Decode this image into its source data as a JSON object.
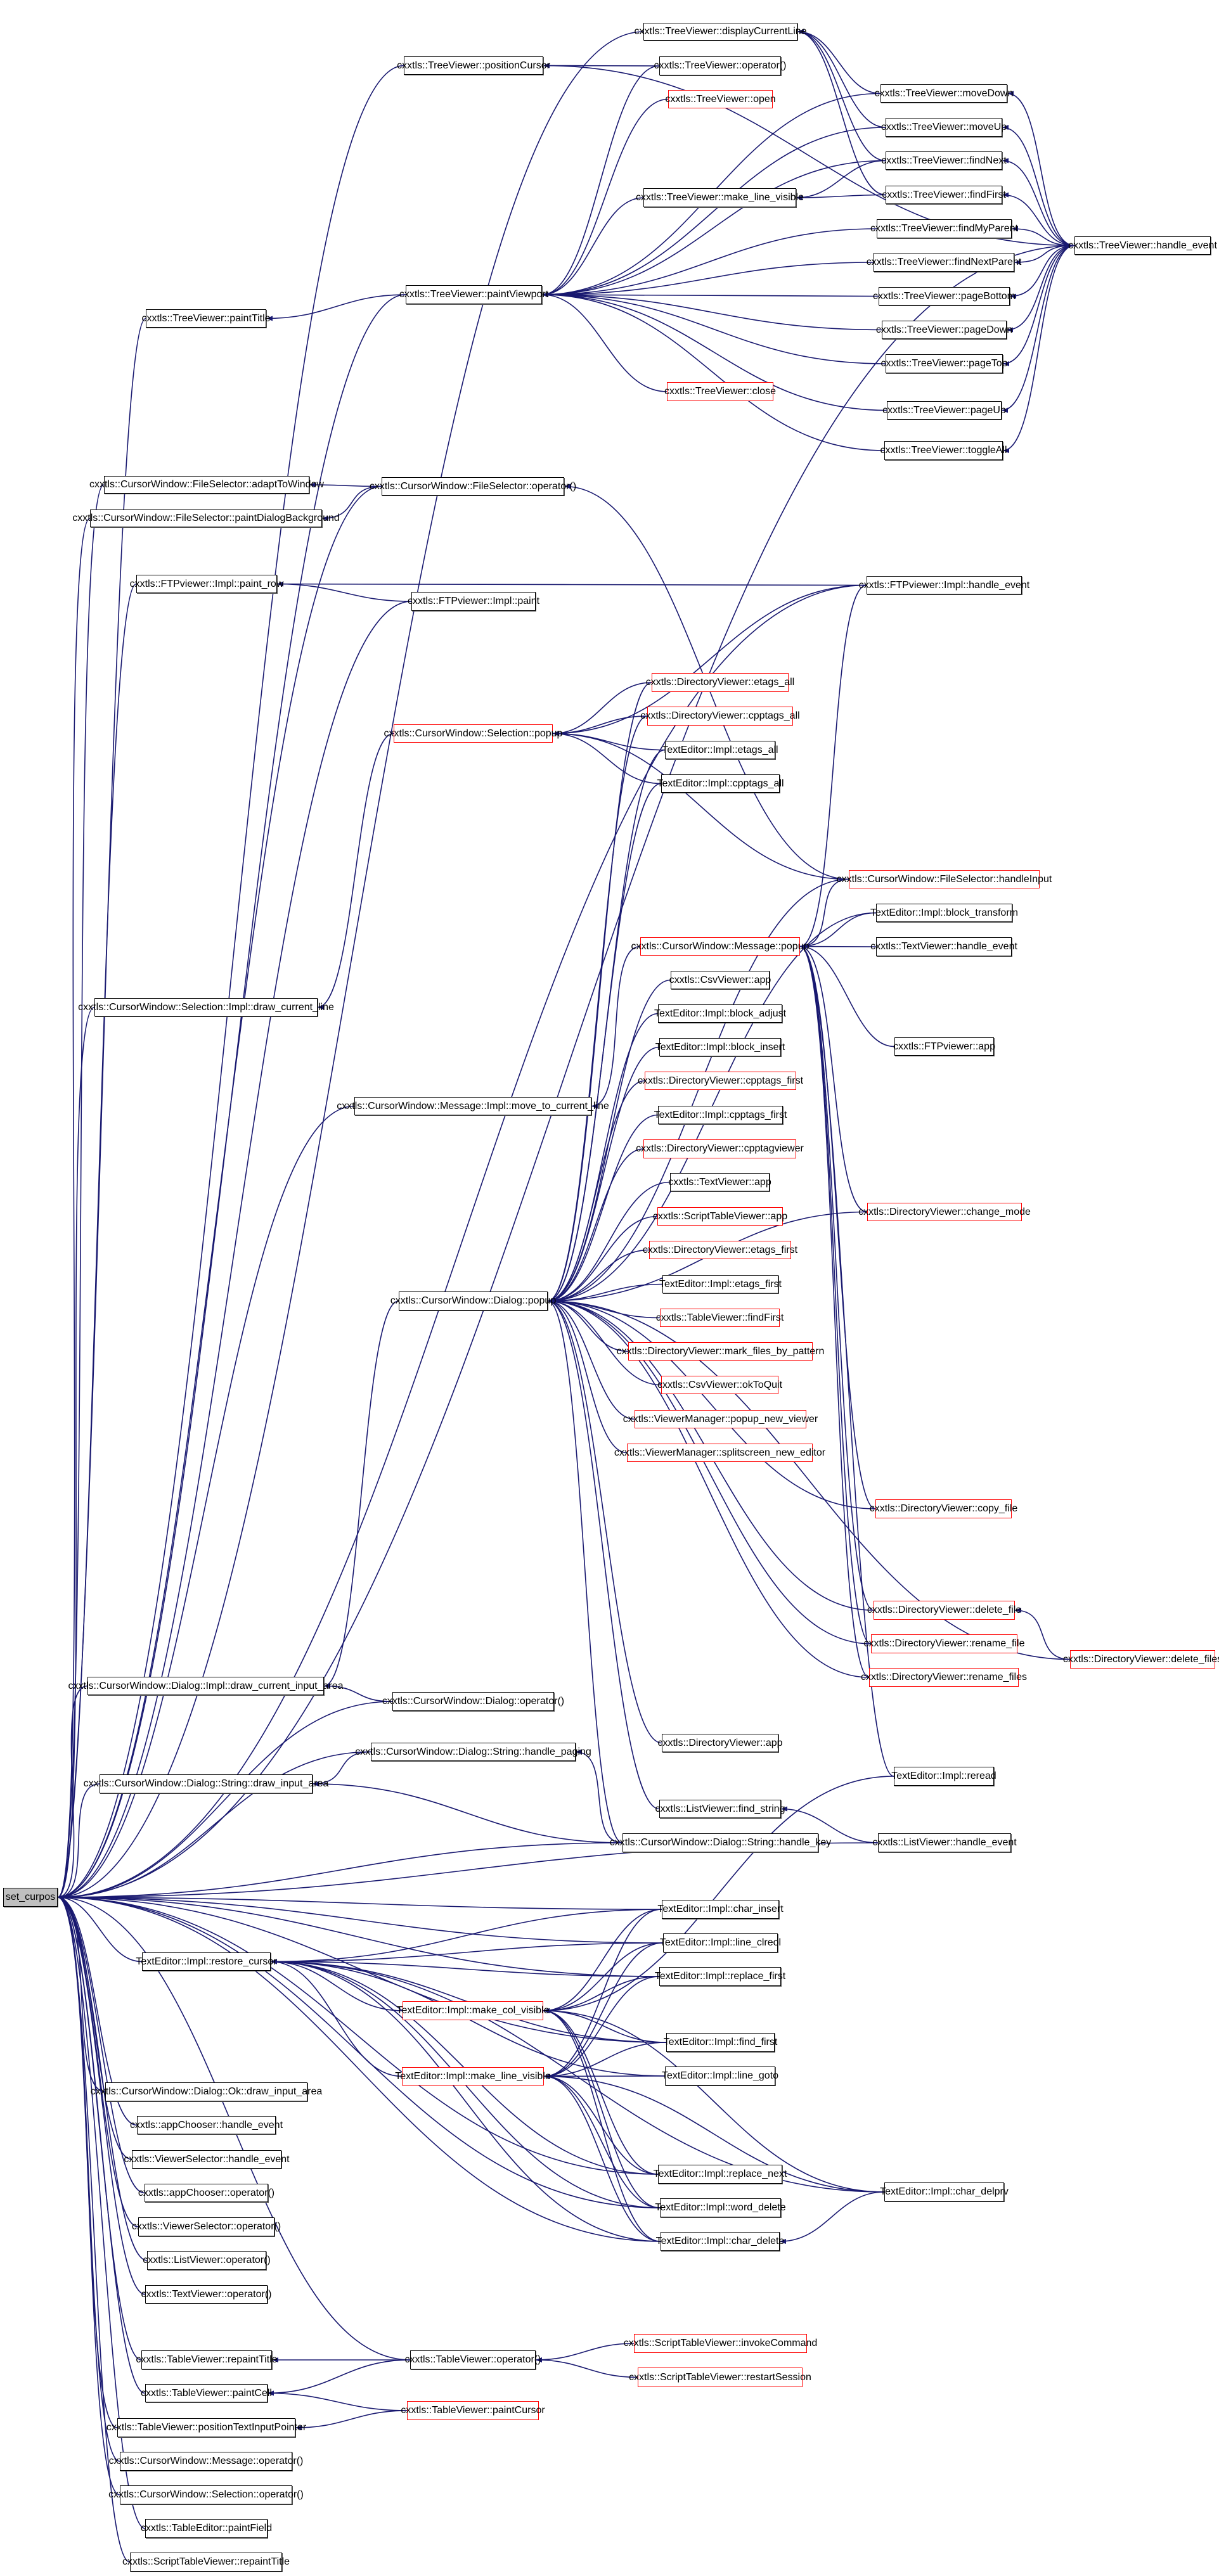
{
  "title": "set_curpos caller graph",
  "colors": {
    "edge": "#191970",
    "node_border": "#000000",
    "truncated_border": "#ff0000",
    "root_fill": "#bfbfbf"
  },
  "nodes": [
    {
      "label": "set_curpos",
      "truncated": false
    },
    {
      "label": "cxxtls::TreeViewer::positionCursor",
      "truncated": false
    },
    {
      "label": "cxxtls::TreeViewer::paintViewport",
      "truncated": false
    },
    {
      "label": "cxxtls::TreeViewer::paintTitle",
      "truncated": false
    },
    {
      "label": "cxxtls::CursorWindow::FileSelector::adaptToWindow",
      "truncated": false
    },
    {
      "label": "cxxtls::CursorWindow::FileSelector::paintDialogBackground",
      "truncated": false
    },
    {
      "label": "cxxtls::CursorWindow::FileSelector::operator()",
      "truncated": false
    },
    {
      "label": "cxxtls::FTPviewer::Impl::paint_row",
      "truncated": false
    },
    {
      "label": "cxxtls::FTPviewer::Impl::paint",
      "truncated": false
    },
    {
      "label": "cxxtls::TreeViewer::displayCurrentLine",
      "truncated": false
    },
    {
      "label": "cxxtls::TreeViewer::operator()",
      "truncated": false
    },
    {
      "label": "cxxtls::TreeViewer::open",
      "truncated": true
    },
    {
      "label": "cxxtls::TreeViewer::moveDown",
      "truncated": false
    },
    {
      "label": "cxxtls::TreeViewer::moveUp",
      "truncated": false
    },
    {
      "label": "cxxtls::TreeViewer::findNext",
      "truncated": false
    },
    {
      "label": "cxxtls::TreeViewer::findFirst",
      "truncated": false
    },
    {
      "label": "cxxtls::TreeViewer::make_line_visible",
      "truncated": false
    },
    {
      "label": "cxxtls::TreeViewer::findMyParent",
      "truncated": false
    },
    {
      "label": "cxxtls::TreeViewer::handle_event",
      "truncated": false
    },
    {
      "label": "cxxtls::TreeViewer::findNextParent",
      "truncated": false
    },
    {
      "label": "cxxtls::TreeViewer::pageBottom",
      "truncated": false
    },
    {
      "label": "cxxtls::TreeViewer::pageDown",
      "truncated": false
    },
    {
      "label": "cxxtls::TreeViewer::pageTop",
      "truncated": false
    },
    {
      "label": "cxxtls::TreeViewer::close",
      "truncated": true
    },
    {
      "label": "cxxtls::TreeViewer::pageUp",
      "truncated": false
    },
    {
      "label": "cxxtls::TreeViewer::toggleAll",
      "truncated": false
    },
    {
      "label": "cxxtls::FTPviewer::Impl::handle_event",
      "truncated": false
    },
    {
      "label": "cxxtls::CursorWindow::Selection::popup",
      "truncated": true
    },
    {
      "label": "cxxtls::CursorWindow::Selection::Impl::draw_current_line",
      "truncated": false
    },
    {
      "label": "cxxtls::CursorWindow::Message::Impl::move_to_current_line",
      "truncated": false
    },
    {
      "label": "cxxtls::DirectoryViewer::etags_all",
      "truncated": true
    },
    {
      "label": "cxxtls::DirectoryViewer::cpptags_all",
      "truncated": true
    },
    {
      "label": "TextEditor::Impl::etags_all",
      "truncated": false
    },
    {
      "label": "TextEditor::Impl::cpptags_all",
      "truncated": false
    },
    {
      "label": "cxxtls::CursorWindow::FileSelector::handleInput",
      "truncated": true
    },
    {
      "label": "TextEditor::Impl::block_transform",
      "truncated": false
    },
    {
      "label": "cxxtls::CursorWindow::Message::popup",
      "truncated": true
    },
    {
      "label": "cxxtls::TextViewer::handle_event",
      "truncated": false
    },
    {
      "label": "cxxtls::CsvViewer::app",
      "truncated": false
    },
    {
      "label": "TextEditor::Impl::block_adjust",
      "truncated": false
    },
    {
      "label": "TextEditor::Impl::block_insert",
      "truncated": false
    },
    {
      "label": "cxxtls::FTPviewer::app",
      "truncated": false
    },
    {
      "label": "cxxtls::DirectoryViewer::cpptags_first",
      "truncated": true
    },
    {
      "label": "TextEditor::Impl::cpptags_first",
      "truncated": false
    },
    {
      "label": "cxxtls::DirectoryViewer::cpptagviewer",
      "truncated": true
    },
    {
      "label": "cxxtls::TextViewer::app",
      "truncated": false
    },
    {
      "label": "cxxtls::DirectoryViewer::change_mode",
      "truncated": true
    },
    {
      "label": "cxxtls::ScriptTableViewer::app",
      "truncated": true
    },
    {
      "label": "cxxtls::DirectoryViewer::etags_first",
      "truncated": true
    },
    {
      "label": "TextEditor::Impl::etags_first",
      "truncated": false
    },
    {
      "label": "cxxtls::TableViewer::findFirst",
      "truncated": true
    },
    {
      "label": "cxxtls::DirectoryViewer::mark_files_by_pattern",
      "truncated": true
    },
    {
      "label": "cxxtls::CsvViewer::okToQuit",
      "truncated": true
    },
    {
      "label": "cxxtls::ViewerManager::popup_new_viewer",
      "truncated": true
    },
    {
      "label": "cxxtls::ViewerManager::splitscreen_new_editor",
      "truncated": true
    },
    {
      "label": "cxxtls::DirectoryViewer::copy_file",
      "truncated": true
    },
    {
      "label": "cxxtls::CursorWindow::Dialog::popup",
      "truncated": false
    },
    {
      "label": "cxxtls::DirectoryViewer::delete_file",
      "truncated": true
    },
    {
      "label": "cxxtls::DirectoryViewer::rename_file",
      "truncated": true
    },
    {
      "label": "cxxtls::DirectoryViewer::delete_files",
      "truncated": true
    },
    {
      "label": "cxxtls::DirectoryViewer::rename_files",
      "truncated": true
    },
    {
      "label": "cxxtls::CursorWindow::Dialog::Impl::draw_current_input_area",
      "truncated": false
    },
    {
      "label": "cxxtls::CursorWindow::Dialog::operator()",
      "truncated": false
    },
    {
      "label": "cxxtls::CursorWindow::Dialog::String::handle_paging",
      "truncated": false
    },
    {
      "label": "cxxtls::CursorWindow::Dialog::String::draw_input_area",
      "truncated": false
    },
    {
      "label": "cxxtls::DirectoryViewer::app",
      "truncated": false
    },
    {
      "label": "TextEditor::Impl::reread",
      "truncated": false
    },
    {
      "label": "cxxtls::ListViewer::find_string",
      "truncated": false
    },
    {
      "label": "cxxtls::CursorWindow::Dialog::String::handle_key",
      "truncated": false
    },
    {
      "label": "cxxtls::ListViewer::handle_event",
      "truncated": false
    },
    {
      "label": "TextEditor::Impl::char_insert",
      "truncated": false
    },
    {
      "label": "TextEditor::Impl::line_clreol",
      "truncated": false
    },
    {
      "label": "TextEditor::Impl::replace_first",
      "truncated": false
    },
    {
      "label": "TextEditor::Impl::restore_cursor",
      "truncated": false
    },
    {
      "label": "TextEditor::Impl::make_col_visible",
      "truncated": true
    },
    {
      "label": "TextEditor::Impl::find_first",
      "truncated": false
    },
    {
      "label": "TextEditor::Impl::make_line_visible",
      "truncated": true
    },
    {
      "label": "TextEditor::Impl::line_goto",
      "truncated": false
    },
    {
      "label": "cxxtls::CursorWindow::Dialog::Ok::draw_input_area",
      "truncated": false
    },
    {
      "label": "cxxtls::appChooser::handle_event",
      "truncated": false
    },
    {
      "label": "cxxtls::ViewerSelector::handle_event",
      "truncated": false
    },
    {
      "label": "TextEditor::Impl::replace_next",
      "truncated": false
    },
    {
      "label": "TextEditor::Impl::char_delprv",
      "truncated": false
    },
    {
      "label": "cxxtls::appChooser::operator()",
      "truncated": false
    },
    {
      "label": "TextEditor::Impl::word_delete",
      "truncated": false
    },
    {
      "label": "cxxtls::ViewerSelector::operator()",
      "truncated": false
    },
    {
      "label": "TextEditor::Impl::char_delete",
      "truncated": false
    },
    {
      "label": "cxxtls::ListViewer::operator()",
      "truncated": false
    },
    {
      "label": "cxxtls::TextViewer::operator()",
      "truncated": false
    },
    {
      "label": "cxxtls::ScriptTableViewer::invokeCommand",
      "truncated": true
    },
    {
      "label": "cxxtls::TableViewer::repaintTitle",
      "truncated": false
    },
    {
      "label": "cxxtls::TableViewer::operator()",
      "truncated": false
    },
    {
      "label": "cxxtls::ScriptTableViewer::restartSession",
      "truncated": true
    },
    {
      "label": "cxxtls::TableViewer::paintCell",
      "truncated": false
    },
    {
      "label": "cxxtls::TableViewer::paintCursor",
      "truncated": true
    },
    {
      "label": "cxxtls::TableViewer::positionTextInputPointer",
      "truncated": false
    },
    {
      "label": "cxxtls::CursorWindow::Message::operator()",
      "truncated": false
    },
    {
      "label": "cxxtls::CursorWindow::Selection::operator()",
      "truncated": false
    },
    {
      "label": "cxxtls::TableEditor::paintField",
      "truncated": false
    },
    {
      "label": "cxxtls::ScriptTableViewer::repaintTitle",
      "truncated": false
    }
  ],
  "edges": [
    [
      1,
      0
    ],
    [
      2,
      0
    ],
    [
      3,
      0
    ],
    [
      4,
      0
    ],
    [
      5,
      0
    ],
    [
      6,
      0
    ],
    [
      7,
      0
    ],
    [
      8,
      0
    ],
    [
      9,
      0
    ],
    [
      18,
      0
    ],
    [
      26,
      0
    ],
    [
      28,
      0
    ],
    [
      29,
      0
    ],
    [
      61,
      0
    ],
    [
      62,
      0
    ],
    [
      63,
      0
    ],
    [
      64,
      0
    ],
    [
      68,
      0
    ],
    [
      69,
      0
    ],
    [
      70,
      0
    ],
    [
      71,
      0
    ],
    [
      72,
      0
    ],
    [
      73,
      0
    ],
    [
      75,
      0
    ],
    [
      78,
      0
    ],
    [
      79,
      0
    ],
    [
      80,
      0
    ],
    [
      81,
      0
    ],
    [
      83,
      0
    ],
    [
      84,
      0
    ],
    [
      85,
      0
    ],
    [
      86,
      0
    ],
    [
      87,
      0
    ],
    [
      88,
      0
    ],
    [
      90,
      0
    ],
    [
      91,
      0
    ],
    [
      93,
      0
    ],
    [
      95,
      0
    ],
    [
      96,
      0
    ],
    [
      97,
      0
    ],
    [
      98,
      0
    ],
    [
      99,
      0
    ],
    [
      10,
      1
    ],
    [
      18,
      1
    ],
    [
      12,
      9
    ],
    [
      13,
      9
    ],
    [
      14,
      9
    ],
    [
      15,
      9
    ],
    [
      10,
      2
    ],
    [
      11,
      2
    ],
    [
      12,
      2
    ],
    [
      13,
      2
    ],
    [
      14,
      2
    ],
    [
      16,
      2
    ],
    [
      17,
      2
    ],
    [
      19,
      2
    ],
    [
      20,
      2
    ],
    [
      21,
      2
    ],
    [
      22,
      2
    ],
    [
      23,
      2
    ],
    [
      24,
      2
    ],
    [
      25,
      2
    ],
    [
      14,
      16
    ],
    [
      15,
      16
    ],
    [
      2,
      3
    ],
    [
      18,
      12
    ],
    [
      18,
      13
    ],
    [
      18,
      14
    ],
    [
      18,
      15
    ],
    [
      18,
      17
    ],
    [
      18,
      19
    ],
    [
      18,
      20
    ],
    [
      18,
      21
    ],
    [
      18,
      22
    ],
    [
      18,
      24
    ],
    [
      18,
      25
    ],
    [
      6,
      4
    ],
    [
      6,
      5
    ],
    [
      34,
      6
    ],
    [
      8,
      7
    ],
    [
      26,
      7
    ],
    [
      30,
      27
    ],
    [
      31,
      27
    ],
    [
      32,
      27
    ],
    [
      33,
      27
    ],
    [
      26,
      27
    ],
    [
      34,
      27
    ],
    [
      27,
      28
    ],
    [
      36,
      29
    ],
    [
      34,
      36
    ],
    [
      35,
      36
    ],
    [
      37,
      36
    ],
    [
      41,
      36
    ],
    [
      46,
      36
    ],
    [
      55,
      36
    ],
    [
      57,
      36
    ],
    [
      58,
      36
    ],
    [
      60,
      36
    ],
    [
      66,
      36
    ],
    [
      26,
      36
    ],
    [
      38,
      56
    ],
    [
      39,
      56
    ],
    [
      40,
      56
    ],
    [
      42,
      56
    ],
    [
      43,
      56
    ],
    [
      44,
      56
    ],
    [
      45,
      56
    ],
    [
      47,
      56
    ],
    [
      48,
      56
    ],
    [
      49,
      56
    ],
    [
      50,
      56
    ],
    [
      51,
      56
    ],
    [
      52,
      56
    ],
    [
      53,
      56
    ],
    [
      54,
      56
    ],
    [
      55,
      56
    ],
    [
      57,
      56
    ],
    [
      58,
      56
    ],
    [
      59,
      56
    ],
    [
      60,
      56
    ],
    [
      65,
      56
    ],
    [
      67,
      56
    ],
    [
      68,
      56
    ],
    [
      30,
      56
    ],
    [
      31,
      56
    ],
    [
      32,
      56
    ],
    [
      33,
      56
    ],
    [
      34,
      56
    ],
    [
      35,
      56
    ],
    [
      46,
      56
    ],
    [
      56,
      61
    ],
    [
      62,
      61
    ],
    [
      63,
      64
    ],
    [
      68,
      64
    ],
    [
      68,
      63
    ],
    [
      69,
      67
    ],
    [
      59,
      57
    ],
    [
      74,
      73
    ],
    [
      76,
      73
    ],
    [
      70,
      73
    ],
    [
      71,
      73
    ],
    [
      72,
      73
    ],
    [
      75,
      73
    ],
    [
      77,
      73
    ],
    [
      81,
      73
    ],
    [
      84,
      73
    ],
    [
      86,
      73
    ],
    [
      82,
      73
    ],
    [
      70,
      74
    ],
    [
      71,
      74
    ],
    [
      72,
      74
    ],
    [
      75,
      74
    ],
    [
      81,
      74
    ],
    [
      84,
      74
    ],
    [
      86,
      74
    ],
    [
      82,
      74
    ],
    [
      66,
      74
    ],
    [
      70,
      76
    ],
    [
      71,
      76
    ],
    [
      72,
      76
    ],
    [
      75,
      76
    ],
    [
      77,
      76
    ],
    [
      81,
      76
    ],
    [
      84,
      76
    ],
    [
      86,
      76
    ],
    [
      82,
      76
    ],
    [
      82,
      86
    ],
    [
      89,
      91
    ],
    [
      92,
      91
    ],
    [
      91,
      90
    ],
    [
      91,
      93
    ],
    [
      94,
      93
    ],
    [
      94,
      95
    ]
  ]
}
